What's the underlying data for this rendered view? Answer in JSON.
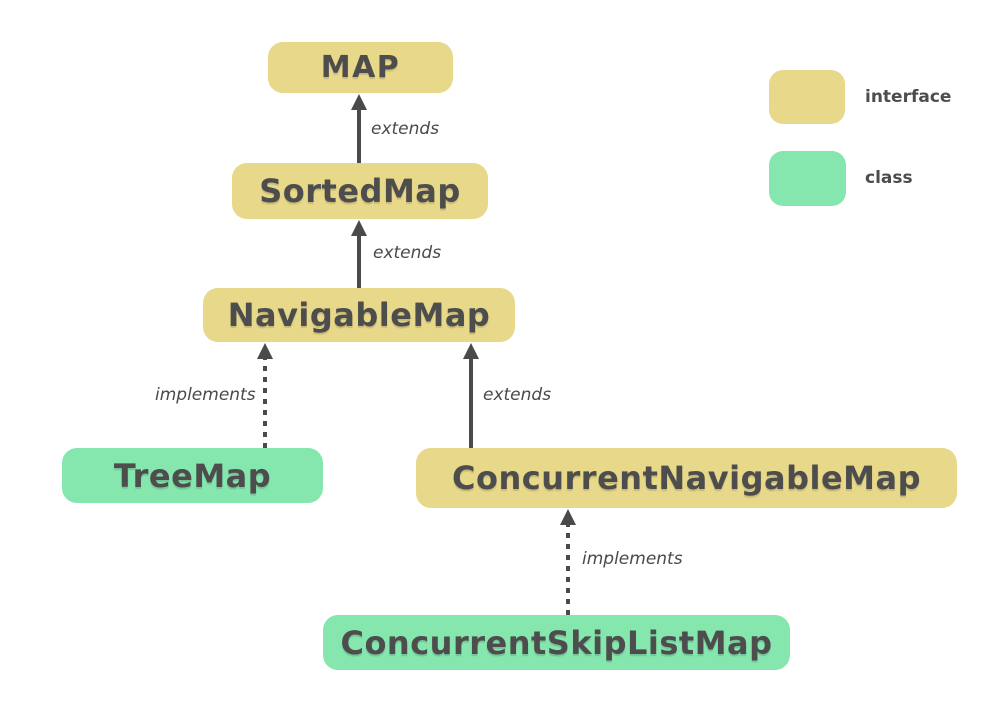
{
  "nodes": {
    "map": {
      "label": "MAP",
      "type": "interface"
    },
    "sorted_map": {
      "label": "SortedMap",
      "type": "interface"
    },
    "navigable_map": {
      "label": "NavigableMap",
      "type": "interface"
    },
    "tree_map": {
      "label": "TreeMap",
      "type": "class"
    },
    "concurrent_navigable_map": {
      "label": "ConcurrentNavigableMap",
      "type": "interface"
    },
    "concurrent_skip_list_map": {
      "label": "ConcurrentSkipListMap",
      "type": "class"
    }
  },
  "edges": [
    {
      "from": "SortedMap",
      "to": "MAP",
      "label": "extends",
      "style": "solid"
    },
    {
      "from": "NavigableMap",
      "to": "SortedMap",
      "label": "extends",
      "style": "solid"
    },
    {
      "from": "TreeMap",
      "to": "NavigableMap",
      "label": "implements",
      "style": "dashed"
    },
    {
      "from": "ConcurrentNavigableMap",
      "to": "NavigableMap",
      "label": "extends",
      "style": "solid"
    },
    {
      "from": "ConcurrentSkipListMap",
      "to": "ConcurrentNavigableMap",
      "label": "implements",
      "style": "dashed"
    }
  ],
  "legend": {
    "interface": {
      "label": "interface",
      "color": "#e8d88a"
    },
    "class": {
      "label": "class",
      "color": "#85e6ae"
    }
  },
  "colors": {
    "interface_fill": "#e8d88a",
    "class_fill": "#85e6ae",
    "text": "#4d4d4d",
    "arrow": "#4a4a4a",
    "background": "#ffffff"
  }
}
